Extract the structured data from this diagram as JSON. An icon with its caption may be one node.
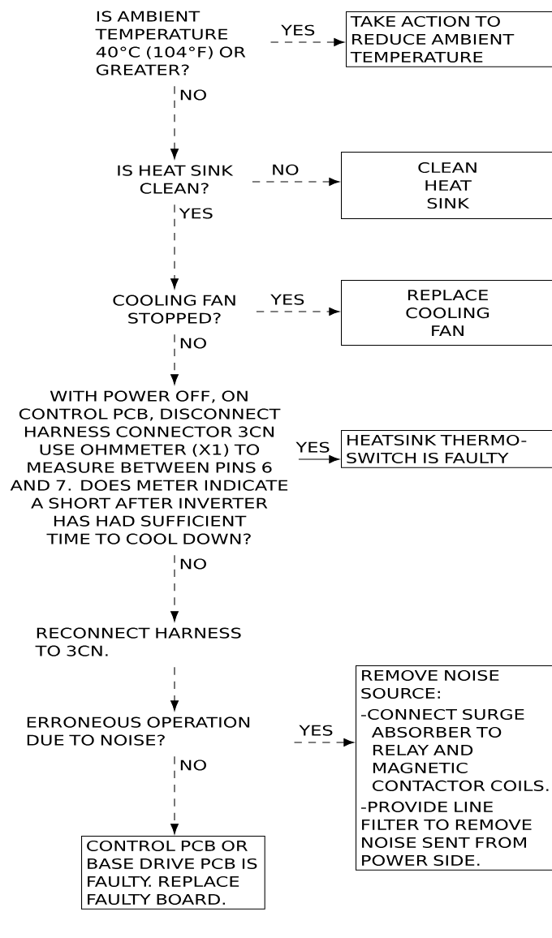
{
  "diagram": {
    "nodes": [
      {
        "text": [
          "IS AMBIENT TEMPERATURE 40°C (104°F) OR GREATER?"
        ]
      },
      {
        "text": [
          "TAKE ACTION TO REDUCE AMBIENT TEMPERATURE"
        ]
      },
      {
        "text": [
          "IS HEAT SINK CLEAN?"
        ]
      },
      {
        "text": [
          "CLEAN HEAT SINK"
        ]
      },
      {
        "text": [
          "COOLING FAN STOPPED?"
        ]
      },
      {
        "text": [
          "REPLACE COOLING FAN"
        ]
      },
      {
        "text": [
          "WITH POWER OFF, ON CONTROL PCB, DISCONNECT HARNESS CONNECTOR 3CN USE OHMMETER (X1) TO MEASURE BETWEEN PINS 6 AND 7. DOES METER INDICATE A SHORT AFTER INVERTER HAS HAD SUFFICIENT TIME TO COOL DOWN?"
        ]
      },
      {
        "text": [
          "HEATSINK THERMO-SWITCH IS FAULTY"
        ]
      },
      {
        "text": [
          "RECONNECT HARNESS TO 3CN."
        ]
      },
      {
        "text": [
          "ERRONEOUS OPERATION DUE TO NOISE?"
        ]
      },
      {
        "text": [
          "REMOVE NOISE SOURCE:",
          "-CONNECT SURGE ABSORBER TO RELAY AND MAGNETIC CONTACTOR COILS.",
          "-PROVIDE LINE FILTER TO REMOVE NOISE SENT FROM POWER SIDE."
        ]
      },
      {
        "text": [
          "CONTROL PCB OR BASE DRIVE PCB IS FAULTY. REPLACE FAULTY BOARD."
        ]
      }
    ],
    "edges": [
      {
        "from": 0,
        "to": 1,
        "arrow": "to",
        "label": "YES",
        "style": "dashed"
      },
      {
        "from": 0,
        "to": 2,
        "arrow": "to",
        "label": "NO",
        "style": "dashed"
      },
      {
        "from": 2,
        "to": 3,
        "arrow": "to",
        "label": "NO",
        "style": "dashed"
      },
      {
        "from": 2,
        "to": 4,
        "arrow": "to",
        "label": "YES",
        "style": "dashed"
      },
      {
        "from": 4,
        "to": 5,
        "arrow": "to",
        "label": "YES",
        "style": "dashed"
      },
      {
        "from": 4,
        "to": 6,
        "arrow": "to",
        "label": "NO",
        "style": "dashed"
      },
      {
        "from": 6,
        "to": 7,
        "arrow": "to",
        "label": "YES"
      },
      {
        "from": 6,
        "to": 8,
        "arrow": "to",
        "label": "NO",
        "style": "dashed"
      },
      {
        "from": 8,
        "to": 9,
        "arrow": "to",
        "style": "dashed"
      },
      {
        "from": 9,
        "to": 10,
        "arrow": "to",
        "label": "YES",
        "style": "dashed"
      },
      {
        "from": 9,
        "to": 11,
        "arrow": "to",
        "label": "NO",
        "style": "dashed"
      }
    ]
  }
}
